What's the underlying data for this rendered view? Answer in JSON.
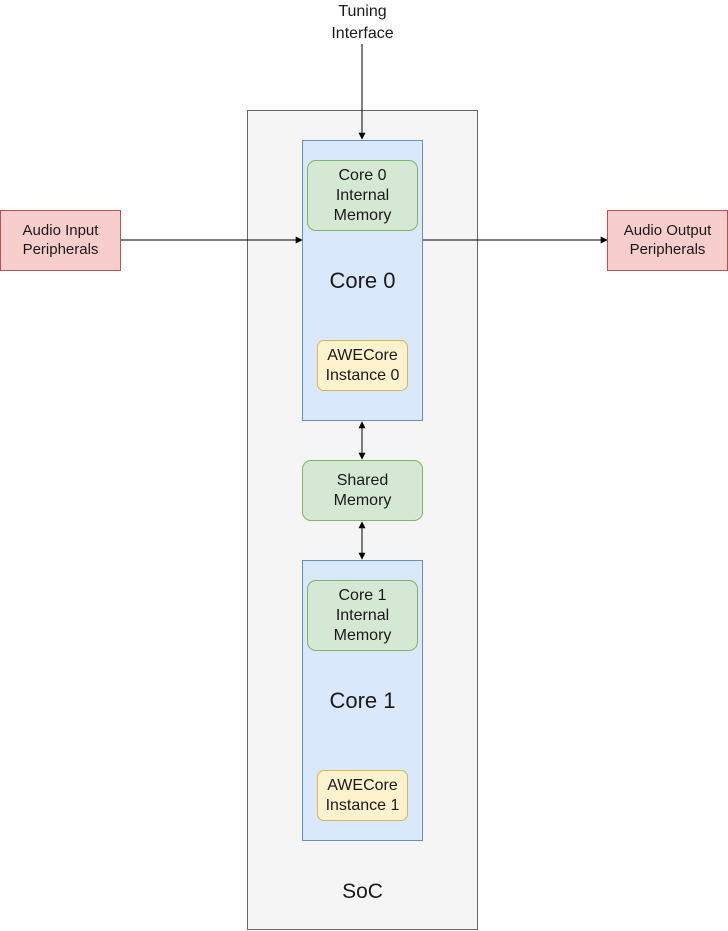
{
  "diagram": {
    "soc_label": "SoC",
    "core0_label": "Core 0",
    "core1_label": "Core 1",
    "core0_memory": "Core 0\nInternal\nMemory",
    "core1_memory": "Core 1\nInternal\nMemory",
    "shared_memory": "Shared\nMemory",
    "awecore0": "AWECore\nInstance 0",
    "awecore1": "AWECore\nInstance 1",
    "audio_input": "Audio Input\nPeripherals",
    "audio_output": "Audio Output\nPeripherals",
    "tuning_interface": "Tuning\nInterface"
  },
  "colors": {
    "soc_fill": "#f5f5f5",
    "core_fill": "#dae8fc",
    "memory_fill": "#d5e8d4",
    "awecore_fill": "#fff2cc",
    "peripheral_fill": "#f8cecc"
  }
}
